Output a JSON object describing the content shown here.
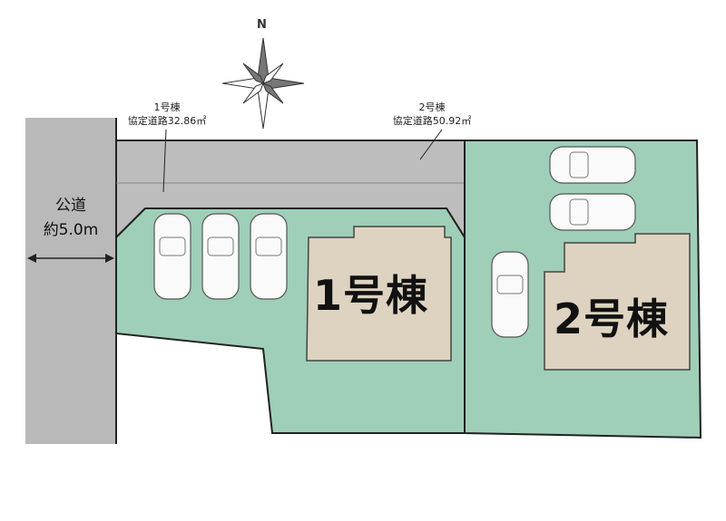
{
  "compass": {
    "north_label": "N"
  },
  "public_road": {
    "line1": "公道",
    "line2": "約5.0m"
  },
  "lot1": {
    "building_label": "1号棟",
    "road_caption_line1": "1号棟",
    "road_caption_line2": "協定道路32.86㎡",
    "parking_spaces": 3
  },
  "lot2": {
    "building_label": "2号棟",
    "road_caption_line1": "2号棟",
    "road_caption_line2": "協定道路50.92㎡",
    "parking_spaces": 3
  },
  "colors": {
    "lot": "#9fcfb8",
    "building": "#ddd3c0",
    "road": "#b9b9b9",
    "outline": "#222222"
  }
}
